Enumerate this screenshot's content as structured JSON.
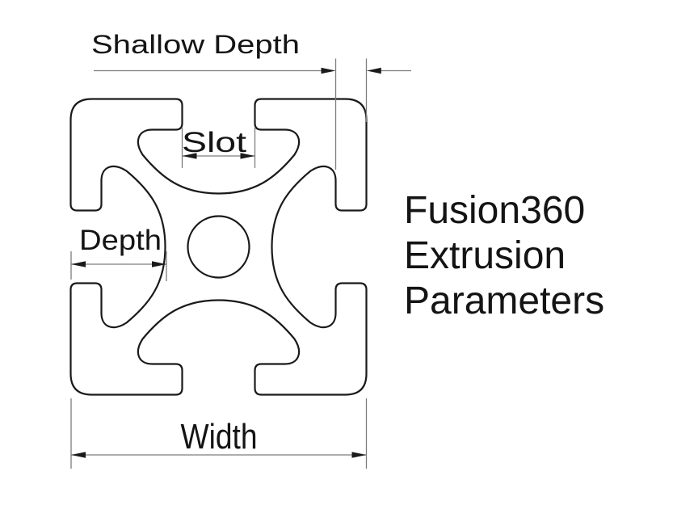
{
  "diagram": {
    "kind": "extrusion-cross-section",
    "labels": {
      "shallow_depth": "Shallow Depth",
      "slot": "Slot",
      "depth": "Depth",
      "width": "Width"
    },
    "title_lines": [
      "Fusion360",
      "Extrusion",
      "Parameters"
    ]
  },
  "colors": {
    "background": "#ffffff",
    "profile_stroke": "#1a1a1a",
    "dimension_line": "#7d7d7d",
    "arrowhead": "#1a1a1a",
    "label_text": "#141414"
  }
}
